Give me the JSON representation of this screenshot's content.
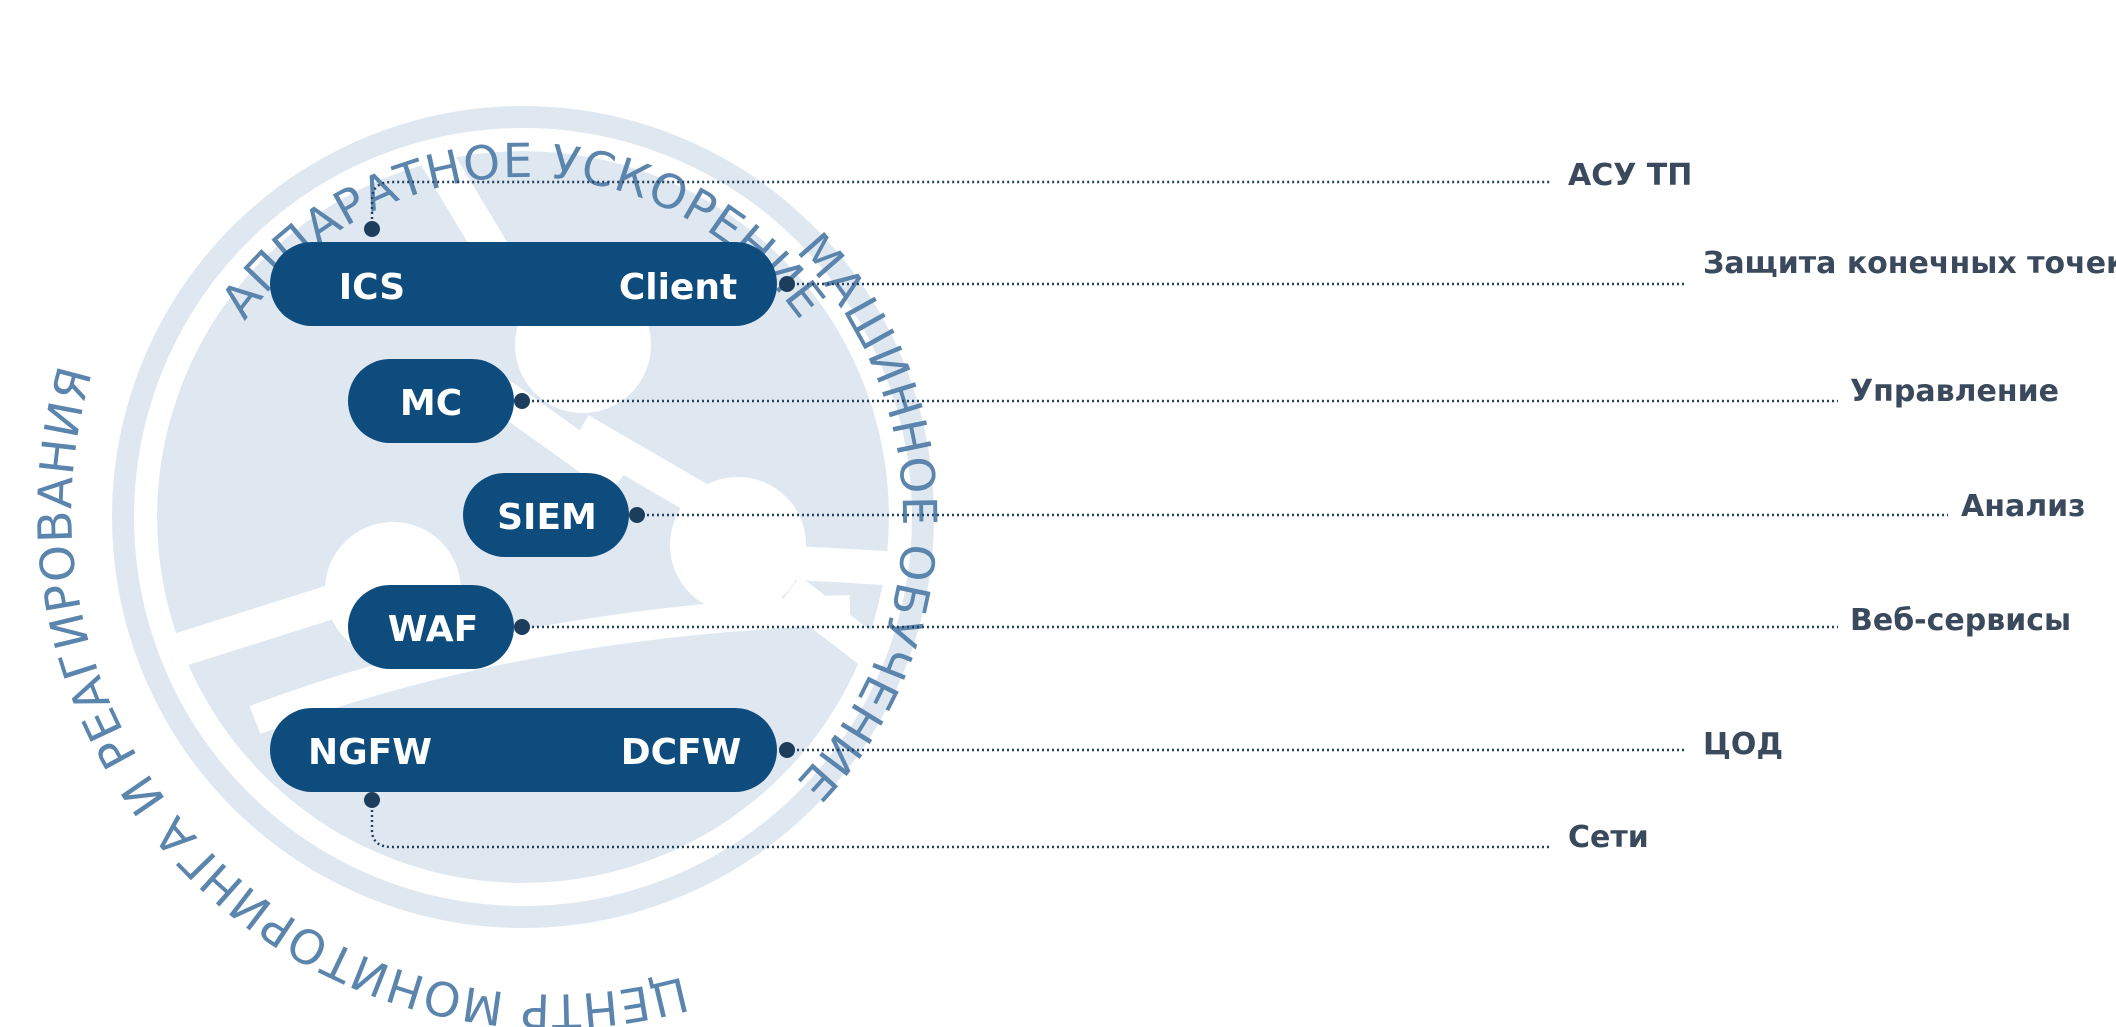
{
  "colors": {
    "pill": "#0f4c7e",
    "circle": "#dfe8f1",
    "arc_text": "#5b85ad",
    "label_text": "#3a4a5c",
    "leader": "#25405c"
  },
  "ring_labels": {
    "top": "АППАРАТНОЕ УСКОРЕНИЕ",
    "right": "МАШИННОЕ ОБУЧЕНИЕ",
    "left": "ЦЕНТР МОНИТОРИНГА И РЕАГИРОВАНИЯ"
  },
  "pills": {
    "ics": "ICS",
    "client": "Client",
    "mc": "MC",
    "siem": "SIEM",
    "waf": "WAF",
    "ngfw": "NGFW",
    "dcfw": "DCFW"
  },
  "labels": {
    "asu_tp": "АСУ ТП",
    "endpoint": "Защита конечных точек",
    "management": "Управление",
    "analysis": "Анализ",
    "web": "Веб-сервисы",
    "dc": "ЦОД",
    "networks": "Сети"
  }
}
